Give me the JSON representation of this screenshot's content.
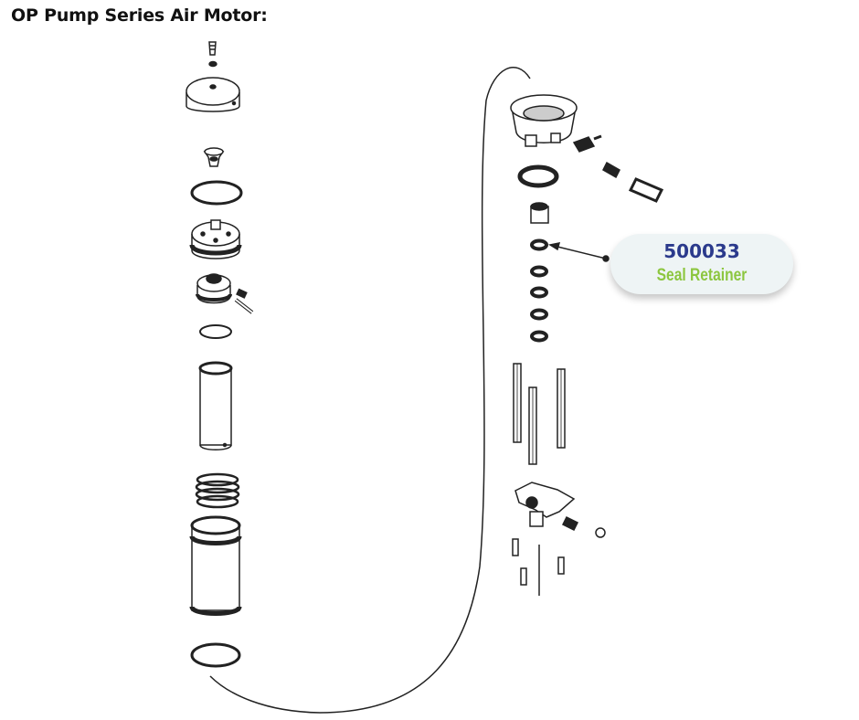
{
  "title": "OP Pump Series Air Motor:",
  "callout": {
    "part_number": "500033",
    "part_name": "Seal Retainer",
    "number_color": "#2b3a8c",
    "name_color": "#8cc63f"
  },
  "icons": [
    "exploded-parts-drawing",
    "pointer-arrow"
  ]
}
